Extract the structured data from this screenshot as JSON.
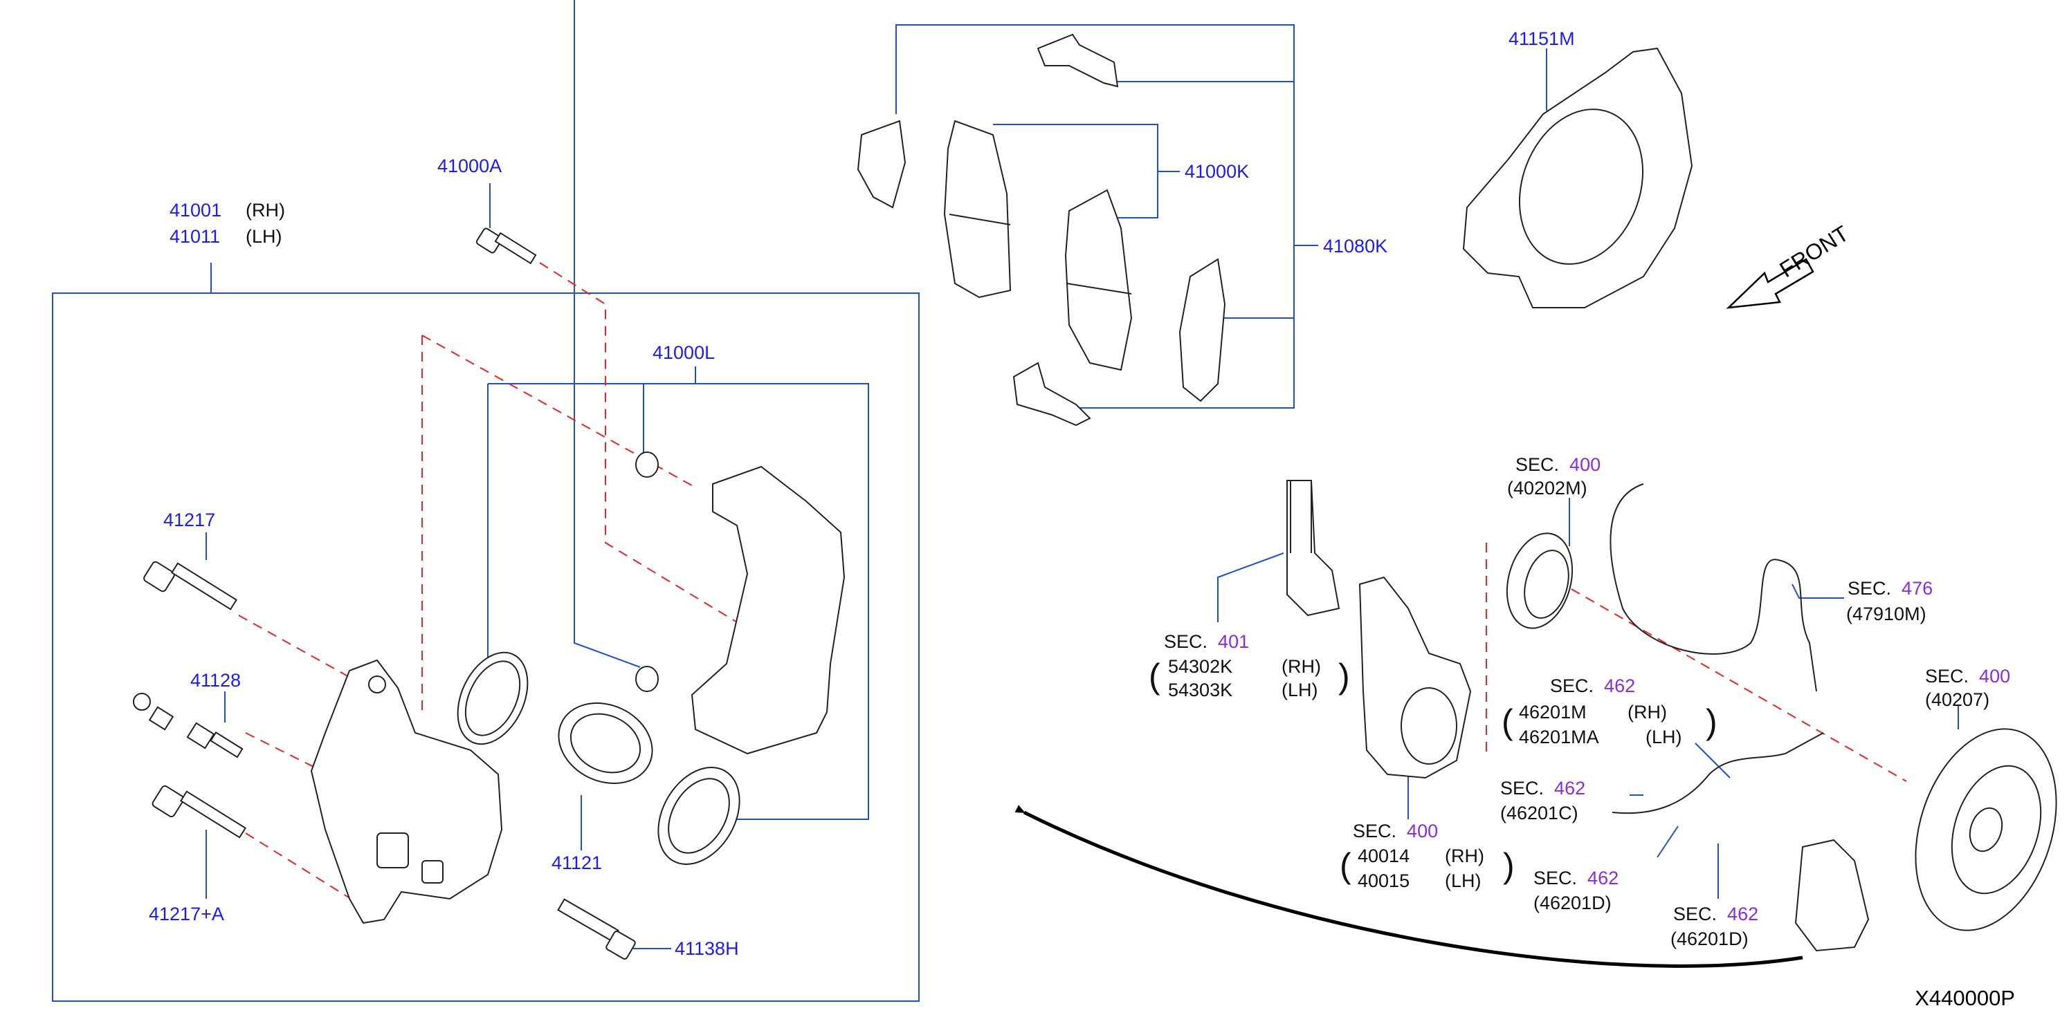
{
  "diagram_code": "X440000P",
  "front_label": "FRONT",
  "colors": {
    "part_number": "#1a1aff",
    "section": "#8a2be2",
    "leader": "#1f4fd1",
    "phantom": "#e32626",
    "outline": "#222222"
  },
  "parts": {
    "caliper_rh": "41001",
    "caliper_rh_side": "(RH)",
    "caliper_lh": "41011",
    "caliper_lh_side": "(LH)",
    "bolt_a": "41000A",
    "seal_kit": "41000L",
    "pin_bolt": "41217",
    "bleeder": "41128",
    "pin_bolt_a": "41217+A",
    "piston": "41121",
    "bolt_h": "41138H",
    "pad_kit": "41000K",
    "hardware_kit": "41080K",
    "back_plate": "41151M"
  },
  "sections": [
    {
      "sec": "SEC.",
      "num": "400",
      "part": "(40202M)"
    },
    {
      "sec": "SEC.",
      "num": "476",
      "part": "(47910M)"
    },
    {
      "sec": "SEC.",
      "num": "401",
      "rh": "54302K",
      "rh_side": "(RH)",
      "lh": "54303K",
      "lh_side": "(LH)"
    },
    {
      "sec": "SEC.",
      "num": "462",
      "rh": "46201M",
      "rh_side": "(RH)",
      "lh": "46201MA",
      "lh_side": "(LH)"
    },
    {
      "sec": "SEC.",
      "num": "400",
      "part": "(40207)"
    },
    {
      "sec": "SEC.",
      "num": "462",
      "part": "(46201C)"
    },
    {
      "sec": "SEC.",
      "num": "400",
      "rh": "40014",
      "rh_side": "(RH)",
      "lh": "40015",
      "lh_side": "(LH)"
    },
    {
      "sec": "SEC.",
      "num": "462",
      "part": "(46201D)"
    },
    {
      "sec": "SEC.",
      "num": "462",
      "part": "(46201D)"
    }
  ]
}
